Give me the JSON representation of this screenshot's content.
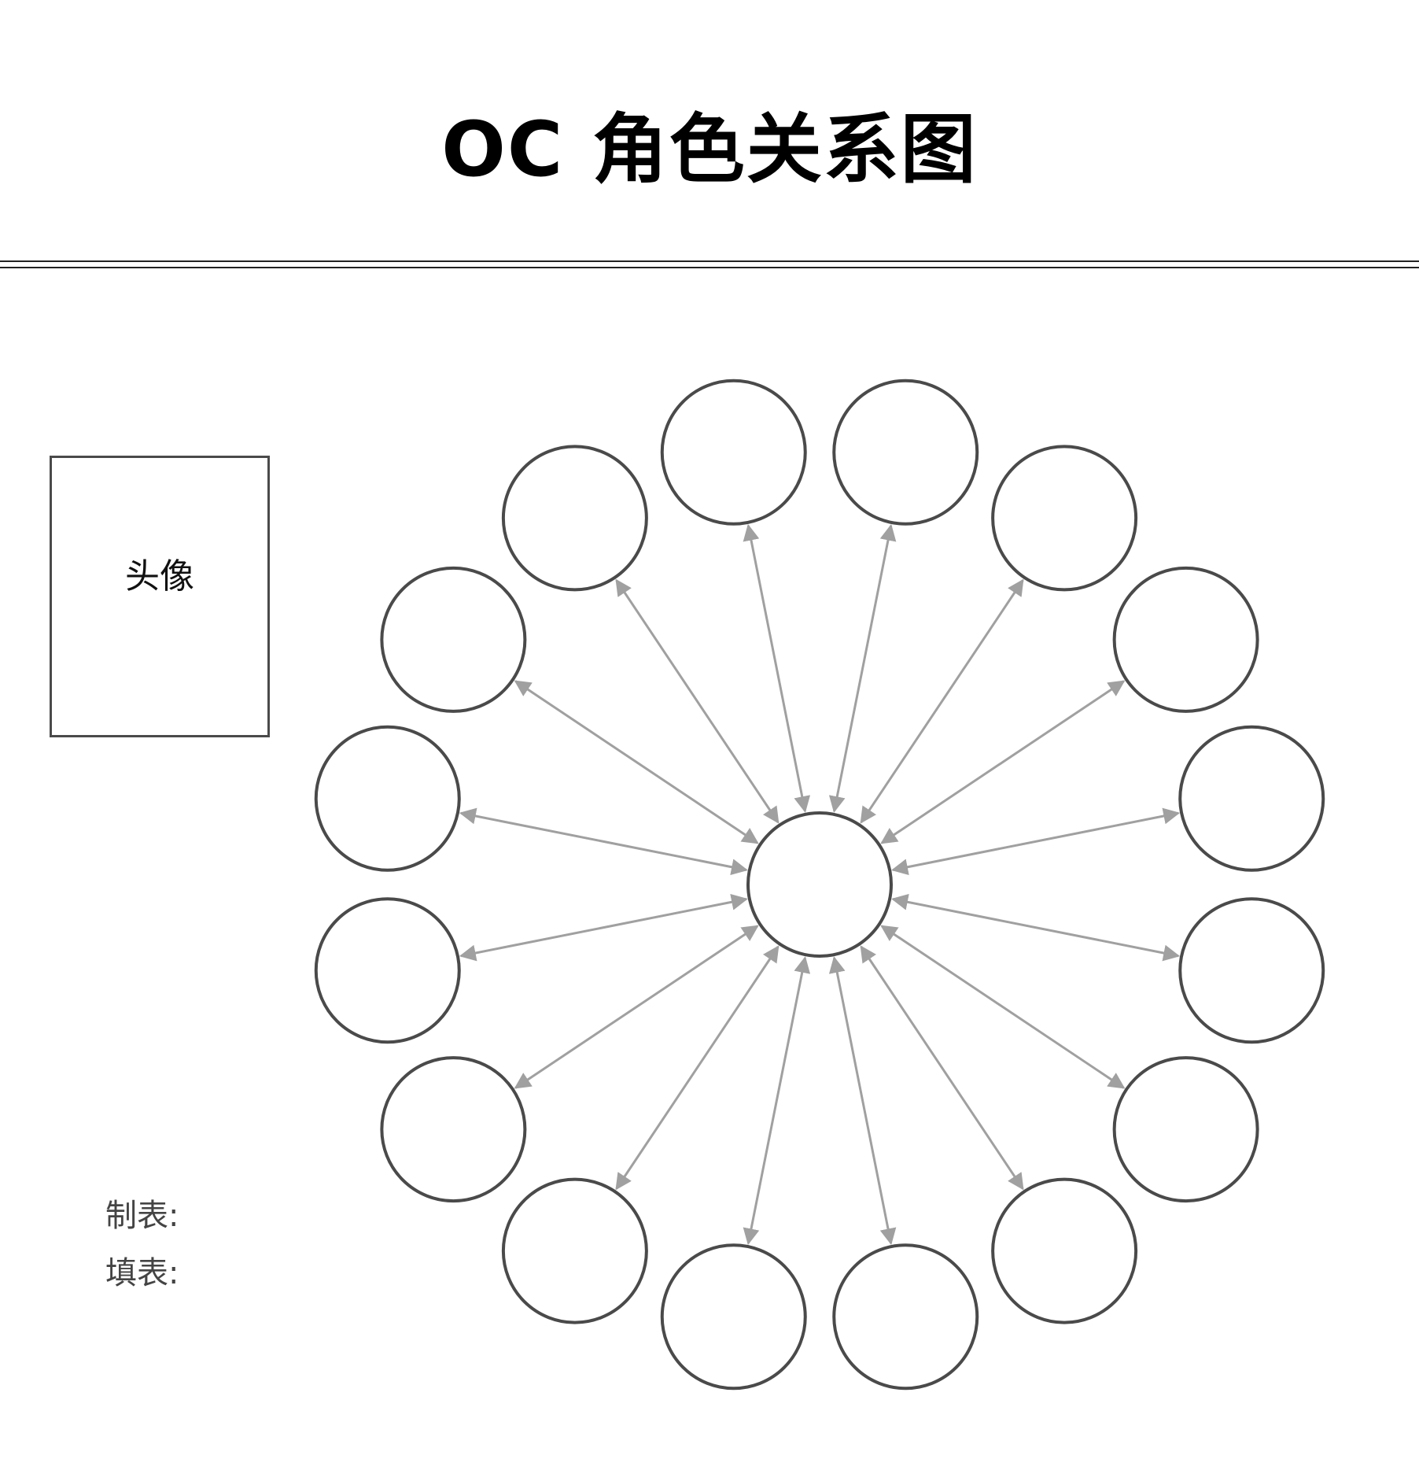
{
  "header": {
    "title": "OC 角色关系图"
  },
  "avatar": {
    "label": "头像"
  },
  "footer": {
    "made_by_label": "制表:",
    "filled_by_label": "填表:"
  },
  "diagram": {
    "outer_node_count": 16,
    "arrows": "bidirectional",
    "colors": {
      "node_stroke": "#4a4a4a",
      "arrow": "#a0a0a0",
      "rule": "#222222"
    }
  }
}
